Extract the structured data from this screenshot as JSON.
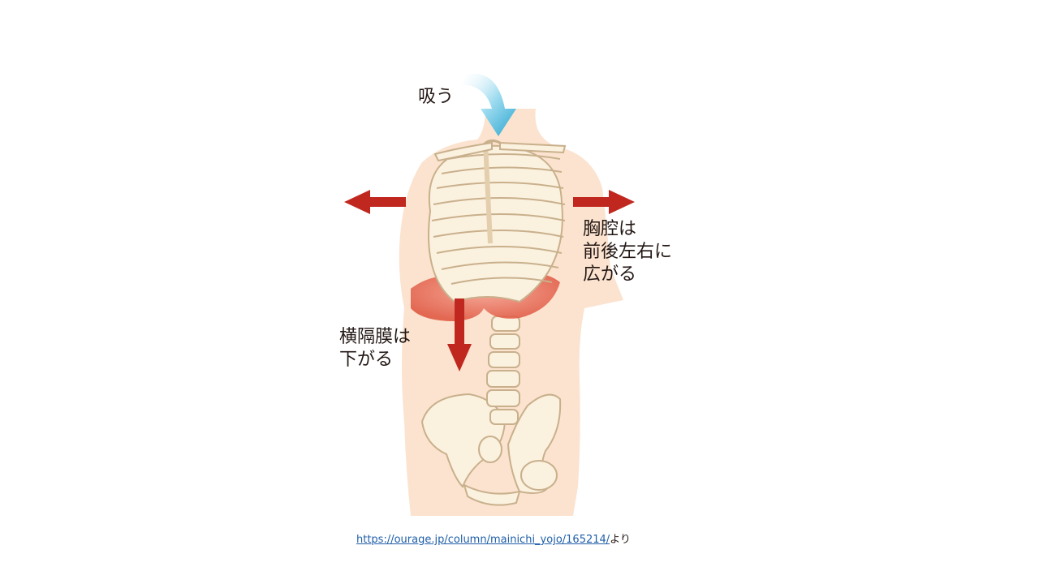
{
  "labels": {
    "inhale": "吸う",
    "chest_cavity": "胸腔は\n前後左右に\n広がる",
    "diaphragm": "横隔膜は\n下がる"
  },
  "source": {
    "url": "https://ourage.jp/column/mainichi_yojo/165214/",
    "suffix": "より"
  },
  "colors": {
    "skin": "#fbe3cf",
    "bone_fill": "#fbf1df",
    "bone_stroke": "#c9b08c",
    "diaphragm": "#e56c55",
    "arrow_red": "#c0281f",
    "arrow_blue": "#3fb1d6"
  },
  "icons": {
    "inhale_arrow": "curved-down-arrow-icon",
    "expand_arrows": "arrow-left-icon / arrow-right-icon",
    "diaphragm_arrow": "arrow-down-icon"
  }
}
